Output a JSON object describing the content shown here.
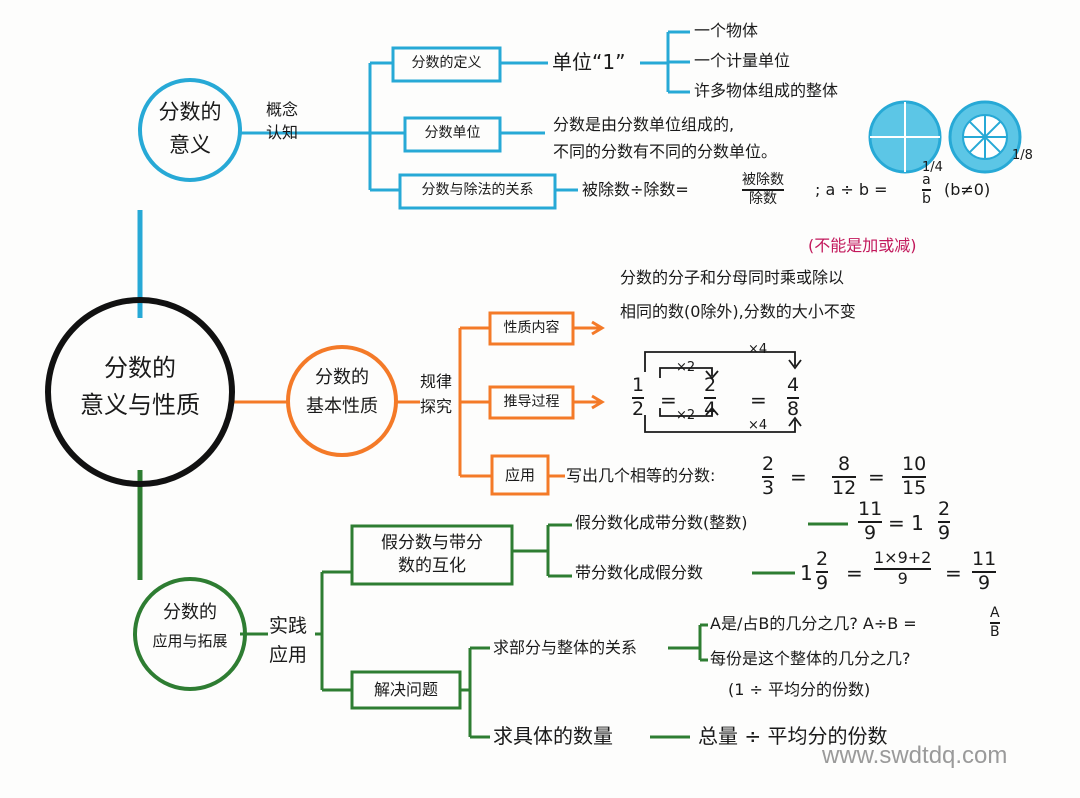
{
  "center": {
    "line1": "分数的",
    "line2": "意义与性质"
  },
  "meaning": {
    "circle": {
      "line1": "分数的",
      "line2": "意义"
    },
    "branch": {
      "line1": "概念",
      "line2": "认知"
    },
    "def_box": "分数的定义",
    "unit_one": "单位“1”",
    "unit_items": [
      "一个物体",
      "一个计量单位",
      "许多物体组成的整体"
    ],
    "unit_box": "分数单位",
    "unit_desc": [
      "分数是由分数单位组成的,",
      "不同的分数有不同的分数单位。"
    ],
    "pie_labels": {
      "quarter": "1/4",
      "eighth": "1/8"
    },
    "div_box": "分数与除法的关系",
    "div_rel": {
      "prefix": "被除数÷除数=",
      "num": "被除数",
      "den": "除数",
      "mid": "; a ÷ b =",
      "fa": "a",
      "fb": "b",
      "cond": "(b≠0)"
    }
  },
  "basic": {
    "circle": {
      "line1": "分数的",
      "line2": "基本性质"
    },
    "branch": {
      "line1": "规律",
      "line2": "探究"
    },
    "note_red": "(不能是加或减)",
    "content_box": "性质内容",
    "content_text": [
      "分数的分子和分母同时乘或除以",
      "相同的数(0除外),分数的大小不变"
    ],
    "deduce_box": "推导过程",
    "deduce": {
      "x2": "×2",
      "x4": "×4",
      "f1n": "1",
      "f1d": "2",
      "f2n": "2",
      "f2d": "4",
      "f3n": "4",
      "f3d": "8",
      "eq": "="
    },
    "apply_box": "应用",
    "apply_text": "写出几个相等的分数:",
    "apply_fracs": {
      "a_n": "2",
      "a_d": "3",
      "b_n": "8",
      "b_d": "12",
      "c_n": "10",
      "c_d": "15",
      "eq": "="
    }
  },
  "application": {
    "circle": {
      "line1": "分数的",
      "line2": "应用与拓展"
    },
    "branch": {
      "line1": "实践",
      "line2": "应用"
    },
    "conv_box": [
      "假分数与带分",
      "数的互化"
    ],
    "conv1": {
      "label": "假分数化成带分数(整数)",
      "fn": "11",
      "fd": "9",
      "eq": "= 1",
      "mn": "2",
      "md": "9"
    },
    "conv2": {
      "label": "带分数化成假分数",
      "w": "1",
      "mn": "2",
      "md": "9",
      "eq": "=",
      "fn": "1×9+2",
      "fd": "9",
      "eq2": "=",
      "rn": "11",
      "rd": "9"
    },
    "solve_box": "解决问题",
    "part_whole": "求部分与整体的关系",
    "pw_lines": [
      "A是/占B的几分之几? A÷B =",
      "每份是这个整体的几分之几?",
      "(1 ÷ 平均分的份数)"
    ],
    "pw_frac": {
      "n": "A",
      "d": "B"
    },
    "specific": "求具体的数量",
    "specific_ans": "总量 ÷ 平均分的份数"
  },
  "watermark": "www.swdtdq.com",
  "colors": {
    "blue": "#27a9d6",
    "orange": "#f47a28",
    "green": "#2e7d32",
    "black": "#111111",
    "red": "#c2185b"
  }
}
